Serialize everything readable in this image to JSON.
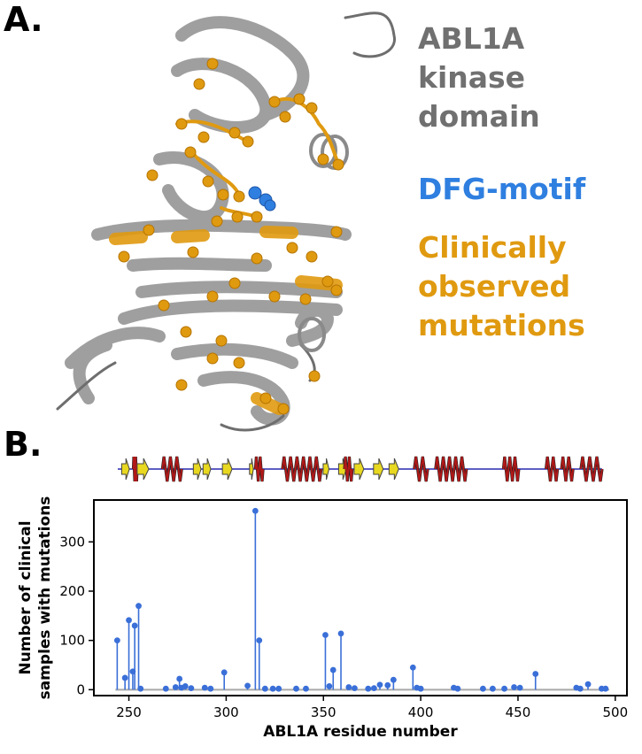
{
  "panels": {
    "a": "A.",
    "b": "B."
  },
  "structure_legend": {
    "protein_lines": [
      "ABL1A",
      "kinase",
      "domain"
    ],
    "motif": "DFG-motif",
    "mutation_lines": [
      "Clinically",
      "observed",
      "mutations"
    ],
    "colors": {
      "protein": "#707070",
      "motif": "#2f7fe0",
      "mutations": "#e09a10"
    }
  },
  "secondary_structure": {
    "line_color": "#2a2ab0",
    "strand_color": "#e8d820",
    "helix_color": "#b01818",
    "elements": [
      {
        "type": "strand",
        "start": 247,
        "end": 251
      },
      {
        "type": "helix",
        "start": 253,
        "end": 255
      },
      {
        "type": "strand",
        "start": 255,
        "end": 261
      },
      {
        "type": "helix",
        "start": 268,
        "end": 278
      },
      {
        "type": "strand",
        "start": 284,
        "end": 288
      },
      {
        "type": "strand",
        "start": 289,
        "end": 293
      },
      {
        "type": "strand",
        "start": 299,
        "end": 304
      },
      {
        "type": "strand",
        "start": 313,
        "end": 315
      },
      {
        "type": "helix",
        "start": 316,
        "end": 320
      },
      {
        "type": "helix",
        "start": 330,
        "end": 350
      },
      {
        "type": "strand",
        "start": 351,
        "end": 354
      },
      {
        "type": "strand",
        "start": 359,
        "end": 363
      },
      {
        "type": "helix",
        "start": 362,
        "end": 366
      },
      {
        "type": "strand",
        "start": 367,
        "end": 372
      },
      {
        "type": "strand",
        "start": 377,
        "end": 382
      },
      {
        "type": "strand",
        "start": 385,
        "end": 390
      },
      {
        "type": "helix",
        "start": 398,
        "end": 405
      },
      {
        "type": "helix",
        "start": 409,
        "end": 425
      },
      {
        "type": "helix",
        "start": 444,
        "end": 452
      },
      {
        "type": "helix",
        "start": 466,
        "end": 472
      },
      {
        "type": "helix",
        "start": 474,
        "end": 480
      },
      {
        "type": "helix",
        "start": 484,
        "end": 495
      }
    ]
  },
  "chart_data": {
    "type": "stem",
    "xlabel": "ABL1A residue number",
    "ylabel_lines": [
      "Number of clinical",
      "samples with mutations"
    ],
    "xlim": [
      232,
      506
    ],
    "ylim": [
      -12,
      385
    ],
    "xticks": [
      250,
      300,
      350,
      400,
      450,
      500
    ],
    "yticks": [
      0,
      100,
      200,
      300
    ],
    "stem_color": "#3a6fd8",
    "baseline_color": "#a8a8a8",
    "x": [
      244,
      248,
      250,
      252,
      253,
      255,
      256,
      269,
      274,
      276,
      277,
      279,
      282,
      289,
      292,
      299,
      311,
      315,
      317,
      320,
      324,
      327,
      336,
      341,
      351,
      353,
      355,
      359,
      363,
      366,
      373,
      376,
      379,
      383,
      386,
      396,
      398,
      400,
      417,
      419,
      432,
      437,
      443,
      448,
      451,
      459,
      480,
      482,
      486,
      493,
      495
    ],
    "values": [
      100,
      24,
      141,
      37,
      130,
      170,
      2,
      2,
      5,
      22,
      4,
      7,
      3,
      4,
      2,
      35,
      8,
      363,
      100,
      2,
      2,
      2,
      2,
      2,
      111,
      7,
      40,
      114,
      5,
      3,
      2,
      3,
      10,
      9,
      20,
      45,
      4,
      2,
      4,
      2,
      2,
      2,
      2,
      5,
      4,
      32,
      4,
      2,
      11,
      2,
      2
    ]
  }
}
